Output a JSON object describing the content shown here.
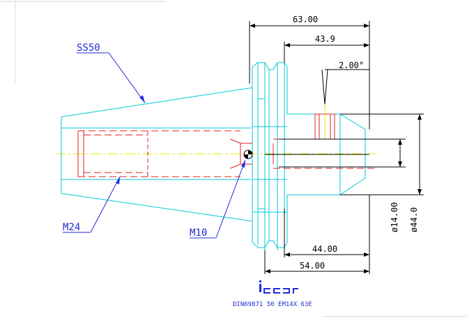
{
  "drawing": {
    "dimensions": {
      "overall_length": "63.00",
      "flange_to_end": "43.9",
      "angle": "2.00°",
      "bore_dia": "ø14.00",
      "body_dia": "ø44.0",
      "lower_length": "44.00",
      "total_lower_length": "54.00"
    },
    "callouts": {
      "taper": "SS50",
      "thread_main": "M24",
      "thread_small": "M10"
    },
    "caption": "DIN69871 50 EM14X 63E",
    "logo_text": "iscar",
    "colors": {
      "outline": "#00c8d8",
      "hidden": "#e02020",
      "dimension": "#000000",
      "callout": "#1f2bd6",
      "center": "#e8e800"
    }
  }
}
